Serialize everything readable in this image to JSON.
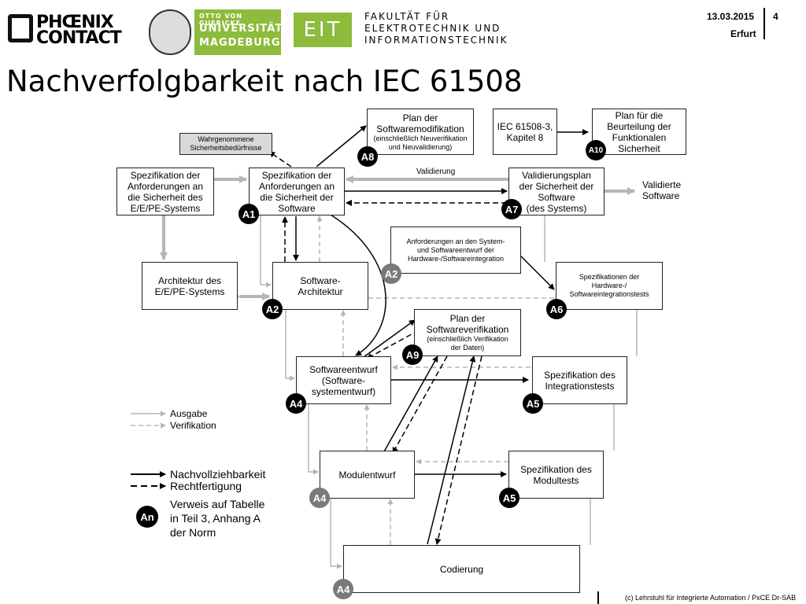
{
  "header": {
    "brand_line1": "PHŒNIX",
    "brand_line2": "CONTACT",
    "uni_line0": "OTTO VON GUERICKE",
    "uni_line1": "UNIVERSITÄT",
    "uni_line2": "MAGDEBURG",
    "eit": "EIT",
    "faculty_line1": "FAKULTÄT FÜR",
    "faculty_line2": "ELEKTROTECHNIK UND",
    "faculty_line3": "INFORMATIONSTECHNIK",
    "date": "13.03.2015",
    "place": "Erfurt",
    "page": "4"
  },
  "title": "Nachverfolgbarkeit nach IEC 61508",
  "boxes": {
    "wahrgenommene": [
      "Wahrgenommene",
      "Sicherheitsbedürfnisse"
    ],
    "plan_mod": [
      "Plan der",
      "Softwaremodifikation"
    ],
    "plan_mod_sub": [
      "(einschließlich Neuverifikation",
      "und Neuvalidierung)"
    ],
    "iec": [
      "IEC 61508-3,",
      "Kapitel 8"
    ],
    "plan_beurteilung": [
      "Plan für die",
      "Beurteilung der",
      "Funktionalen",
      "Sicherheit"
    ],
    "spez_ee": [
      "Spezifikation der",
      "Anforderungen an",
      "die Sicherheit des",
      "E/E/PE-Systems"
    ],
    "spez_sw": [
      "Spezifikation der",
      "Anforderungen an",
      "die Sicherheit der",
      "Software"
    ],
    "valplan": [
      "Validierungsplan",
      "der Sicherheit der",
      "Software",
      "(des Systems)"
    ],
    "validierte": [
      "Validierte",
      "Software"
    ],
    "anf_integration": [
      "Anforderungen an den System-",
      "und Softwareentwurf der",
      "Hardware-/Softwareintegration"
    ],
    "arch_ee": [
      "Architektur des",
      "E/E/PE-Systems"
    ],
    "sw_arch": [
      "Software-",
      "Architektur"
    ],
    "spez_hw_int": [
      "Spezifikationen der",
      "Hardware-/",
      "Softwareintegrationstests"
    ],
    "plan_verif": [
      "Plan der",
      "Softwareverifikation"
    ],
    "plan_verif_sub": [
      "(einschließlich Verifikation",
      "der Daten)"
    ],
    "sw_entwurf": [
      "Softwareentwurf",
      "(Software-",
      "systementwurf)"
    ],
    "spez_int": [
      "Spezifikation des",
      "Integrationstests"
    ],
    "modulentwurf": "Modulentwurf",
    "spez_modul": [
      "Spezifikation des",
      "Modultests"
    ],
    "codierung": "Codierung"
  },
  "validierung_label": "Validierung",
  "badges": {
    "a8": "A8",
    "a10": "A10",
    "a1": "A1",
    "a7": "A7",
    "a2_gray": "A2",
    "a2": "A2",
    "a6": "A6",
    "a9": "A9",
    "a4_entwurf": "A4",
    "a5_int": "A5",
    "a4_modul": "A4",
    "a5_modul": "A5",
    "a4_cod": "A4",
    "an": "An"
  },
  "legend": {
    "ausgabe": "Ausgabe",
    "verifikation": "Verifikation",
    "nachvollziehbarkeit": "Nachvollziehbarkeit",
    "rechtfertigung": "Rechtfertigung",
    "verweis": [
      "Verweis auf Tabelle",
      "in Teil 3, Anhang A",
      "der Norm"
    ]
  },
  "footer": "(c) Lehrstuhl für Integrierte Automation / PxCE Dr-SAB",
  "colors": {
    "accent_green": "#8dbb3c",
    "gray_arrow": "#b5b5b5",
    "dark": "#000000"
  }
}
